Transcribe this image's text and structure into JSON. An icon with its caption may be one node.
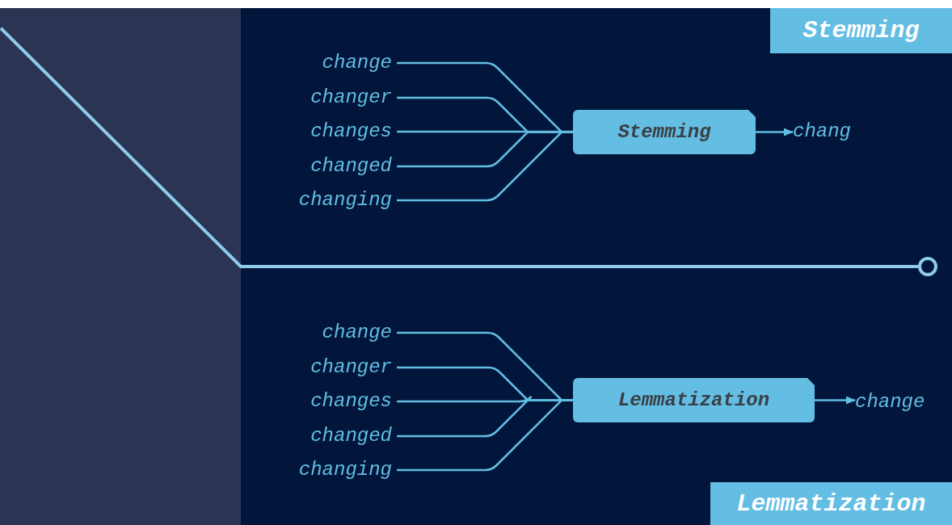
{
  "diagram": {
    "nodes": [
      {
        "text": [
          "change"
        ]
      },
      {
        "text": [
          "changer"
        ]
      },
      {
        "text": [
          "changes"
        ]
      },
      {
        "text": [
          "changed"
        ]
      },
      {
        "text": [
          "changing"
        ]
      },
      {
        "text": [
          "Stemming"
        ]
      },
      {
        "text": [
          "chang"
        ]
      },
      {
        "text": [
          "change"
        ]
      },
      {
        "text": [
          "changer"
        ]
      },
      {
        "text": [
          "changes"
        ]
      },
      {
        "text": [
          "changed"
        ]
      },
      {
        "text": [
          "changing"
        ]
      },
      {
        "text": [
          "Lemmatization"
        ]
      },
      {
        "text": [
          "change"
        ]
      },
      {
        "text": [
          "Stemming"
        ]
      },
      {
        "text": [
          "Lemmatization"
        ]
      }
    ],
    "edges": [
      {
        "from": 0,
        "to": 5,
        "arrow": "none"
      },
      {
        "from": 1,
        "to": 5,
        "arrow": "none"
      },
      {
        "from": 2,
        "to": 5,
        "arrow": "none"
      },
      {
        "from": 3,
        "to": 5,
        "arrow": "none"
      },
      {
        "from": 4,
        "to": 5,
        "arrow": "none"
      },
      {
        "from": 5,
        "to": 6,
        "arrow": "to"
      },
      {
        "from": 7,
        "to": 12,
        "arrow": "none"
      },
      {
        "from": 8,
        "to": 12,
        "arrow": "none"
      },
      {
        "from": 9,
        "to": 12,
        "arrow": "none"
      },
      {
        "from": 10,
        "to": 12,
        "arrow": "none"
      },
      {
        "from": 11,
        "to": 12,
        "arrow": "none"
      },
      {
        "from": 12,
        "to": 13,
        "arrow": "to"
      }
    ]
  }
}
